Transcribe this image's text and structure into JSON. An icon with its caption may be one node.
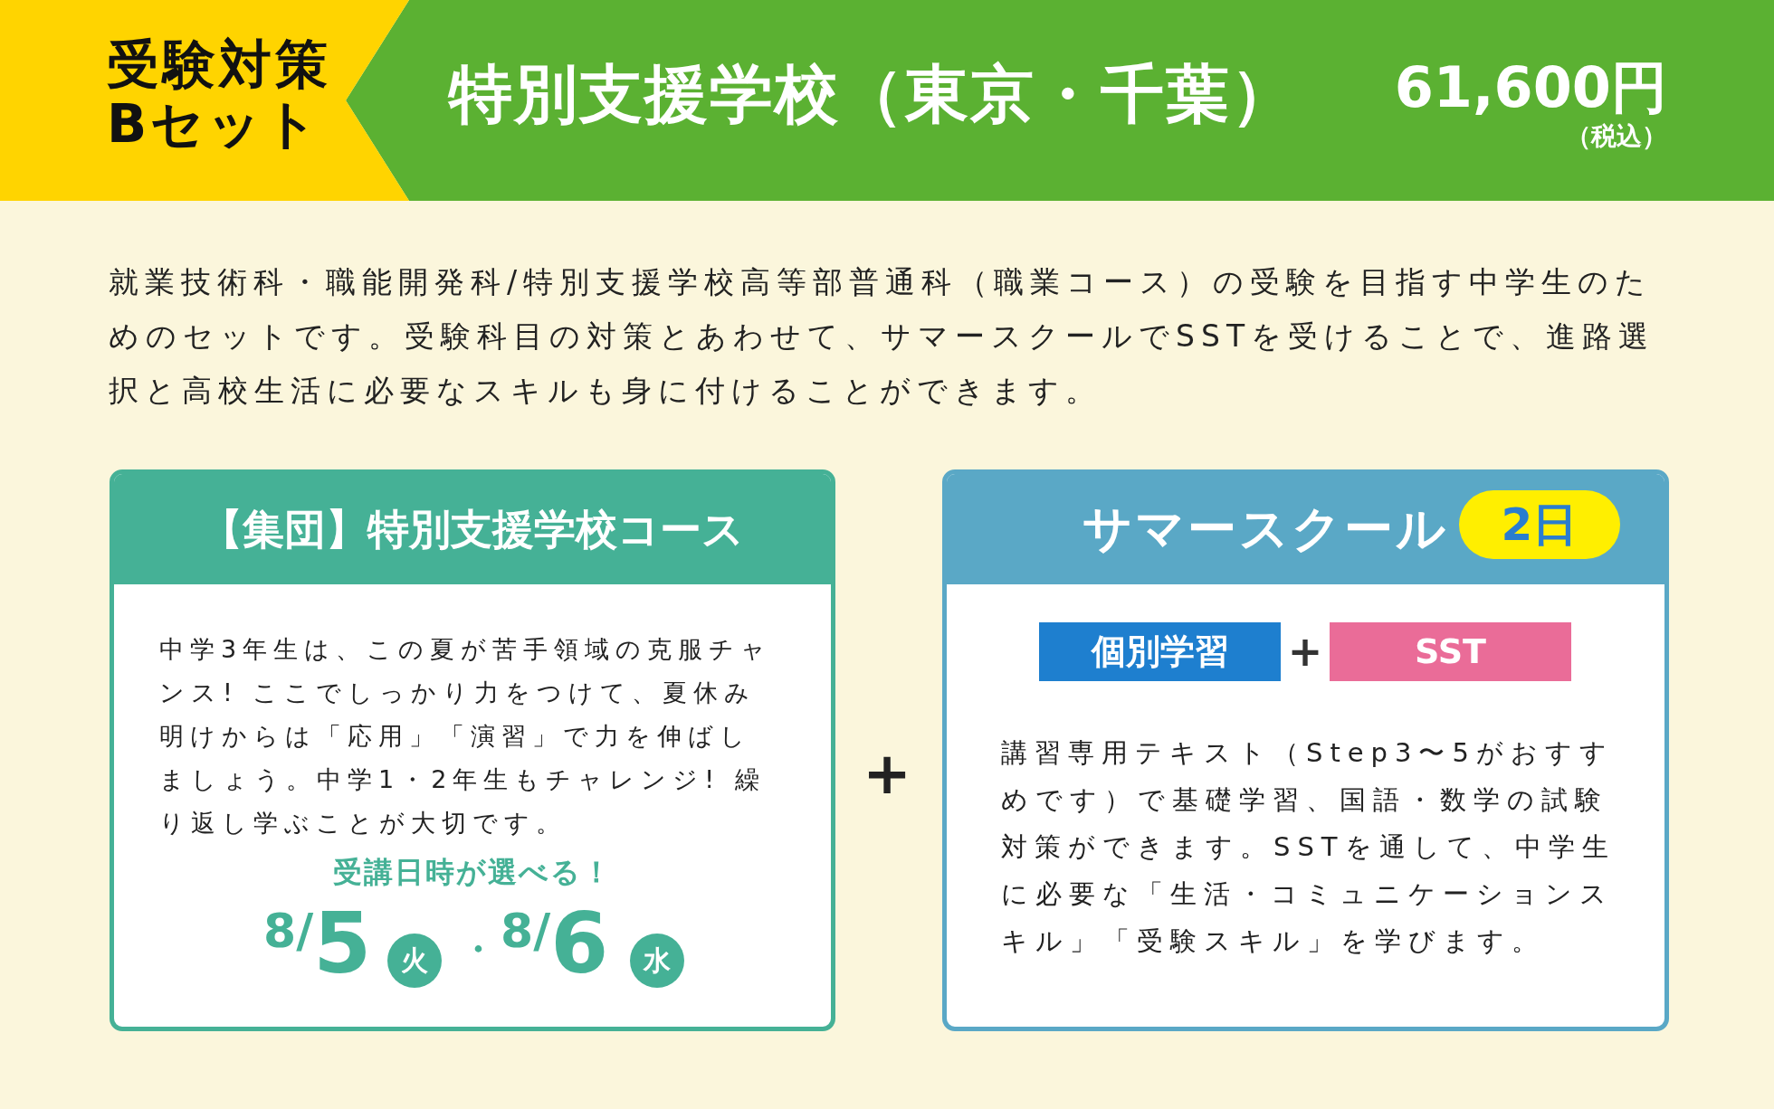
{
  "diagram": {
    "nodes": [
      {
        "text": [
          "受験対策 Bセット"
        ]
      },
      {
        "text": [
          "特別支援学校（東京・千葉）",
          "61,600円",
          "（税込）"
        ]
      },
      {
        "text": [
          "【集団】特別支援学校コース",
          "中学3年生は、この夏が苦手領域の克服チャンス! ここでしっかり力をつけて、夏休み明けからは「応用」「演習」で力を伸ばしましょう。中学1・2年生もチャレンジ! 繰り返し学ぶことが大切です。",
          "受講日時が選べる！"
        ]
      },
      {
        "text": [
          "火"
        ],
        "in": 2
      },
      {
        "text": [
          "水"
        ],
        "in": 2
      },
      {
        "text": [
          "サマースクール",
          "講習専用テキスト（Step3〜5がおすすめです）で基礎学習、国語・数学の試験対策ができます。SSTを通して、中学生に必要な「生活・コミュニケーションスキル」「受験スキル」を学びます。"
        ]
      },
      {
        "text": [
          "2日"
        ],
        "in": 5
      },
      {
        "text": [
          "個別学習"
        ],
        "in": 5
      },
      {
        "text": [
          "SST"
        ],
        "in": 5
      }
    ],
    "labels": [
      "就業技術科・職能開発科/特別支援学校高等部普通科（職業コース）の受験を目指す中学生のためのセットです。受験科目の対策とあわせて、サマースクールでSSTを受けることで、進路選択と高校生活に必要なスキルも身に付けることができます。",
      "8/5",
      "・",
      "8/6",
      "+",
      "+"
    ]
  }
}
